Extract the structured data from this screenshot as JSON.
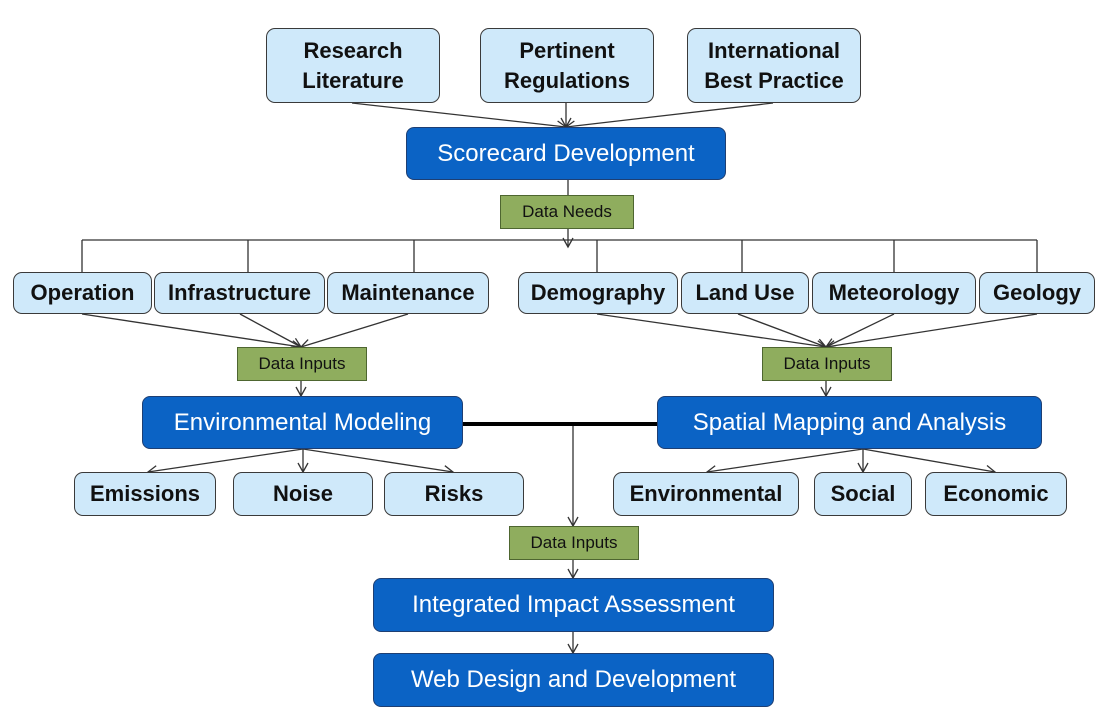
{
  "diagram": {
    "sources": {
      "research": "Research\nLiterature",
      "regulations": "Pertinent\nRegulations",
      "best_practice": "International\nBest Practice"
    },
    "scorecard": "Scorecard Development",
    "data_needs": "Data Needs",
    "left_inputs": {
      "operation": "Operation",
      "infrastructure": "Infrastructure",
      "maintenance": "Maintenance"
    },
    "right_inputs": {
      "demography": "Demography",
      "land_use": "Land Use",
      "meteorology": "Meteorology",
      "geology": "Geology"
    },
    "data_inputs_left": "Data Inputs",
    "data_inputs_right": "Data Inputs",
    "data_inputs_bottom": "Data Inputs",
    "env_modeling": "Environmental Modeling",
    "spatial_mapping": "Spatial Mapping and Analysis",
    "env_outputs": {
      "emissions": "Emissions",
      "noise": "Noise",
      "risks": "Risks"
    },
    "spatial_outputs": {
      "environmental": "Environmental",
      "social": "Social",
      "economic": "Economic"
    },
    "integrated": "Integrated Impact Assessment",
    "web_design": "Web Design and Development"
  },
  "colors": {
    "light_box": "#cfe9fa",
    "dark_box": "#0b63c5",
    "green_box": "#8fad5e",
    "line": "#333333"
  }
}
